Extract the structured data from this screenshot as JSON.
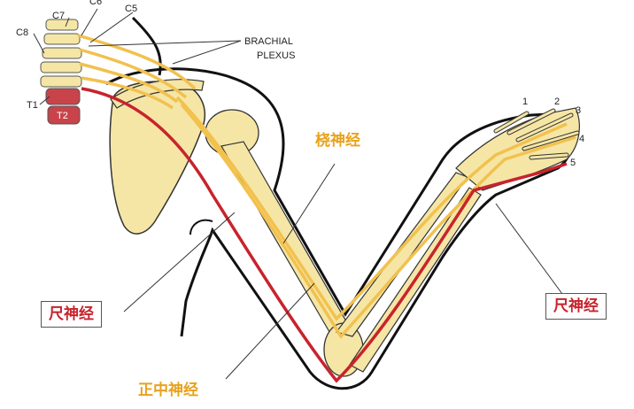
{
  "labels": {
    "brachial_line1": "BRACHIAL",
    "brachial_line2": "PLEXUS",
    "c5": "C5",
    "c6": "C6",
    "c7": "C7",
    "c8": "C8",
    "t1": "T1",
    "t2": "T2",
    "radial": "桡神经",
    "ulnar_left": "尺神经",
    "ulnar_right": "尺神经",
    "median": "正中神经",
    "finger_1": "1",
    "finger_2": "2",
    "finger_3": "3",
    "finger_4": "4",
    "finger_5": "5"
  },
  "colors": {
    "bone": "#f5e6a6",
    "nerve": "#f2c14e",
    "ulnar_nerve": "#c8232c",
    "outline": "#111111",
    "radial_text": "#e8a21c",
    "ulnar_text": "#c8232c",
    "vertebra_red": "#c9434a"
  }
}
